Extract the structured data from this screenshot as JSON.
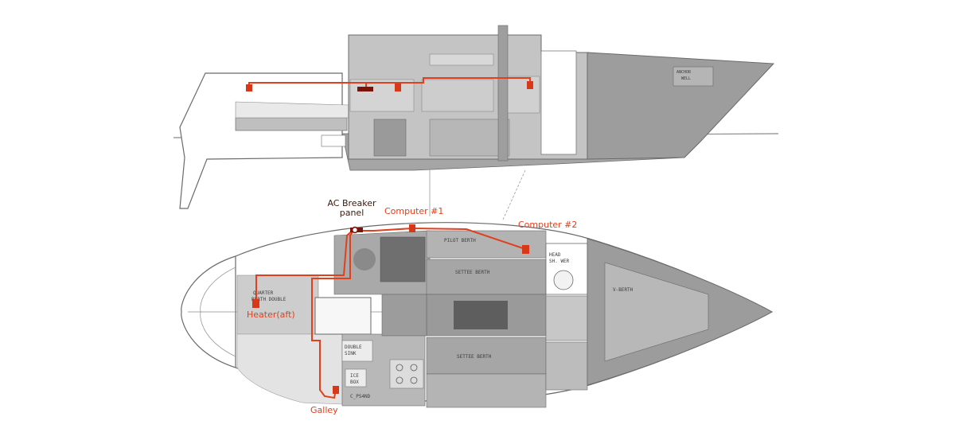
{
  "labels": {
    "ac_breaker_line1": "AC Breaker",
    "ac_breaker_line2": "panel",
    "computer1": "Computer #1",
    "computer2": "Computer #2",
    "heater": "Heater(aft)",
    "galley": "Galley"
  },
  "plan_text": {
    "pilot_berth": "PILOT BERTH",
    "settee_berth_top": "SETTEE BERTH",
    "settee_berth_bottom": "SETTEE BERTH",
    "head": "HEAD",
    "head_sub": "SH. WER",
    "v_berth": "V-BERTH",
    "quarter_berth": "QUARTER",
    "quarter_berth_sub": "BERTH DOUBLE",
    "double_sink": "DOUBLE",
    "double_sink_sub": "SINK",
    "ice_box": "ICE",
    "ice_box_sub": "BOX",
    "galley_stove": "C_PS4ND",
    "chain_locker": "ANCHOR",
    "chain_locker_sub": "WELL"
  },
  "colors": {
    "wire": "#e0401e",
    "device": "#d8381a",
    "breaker_panel": "#7a1408",
    "label_red": "#e0401e",
    "label_dark": "#3a1a10",
    "hull_light": "#cfcfcf",
    "hull_mid": "#a9a9a9",
    "hull_dark": "#8c8c8c",
    "outline": "#5a5a5a"
  }
}
